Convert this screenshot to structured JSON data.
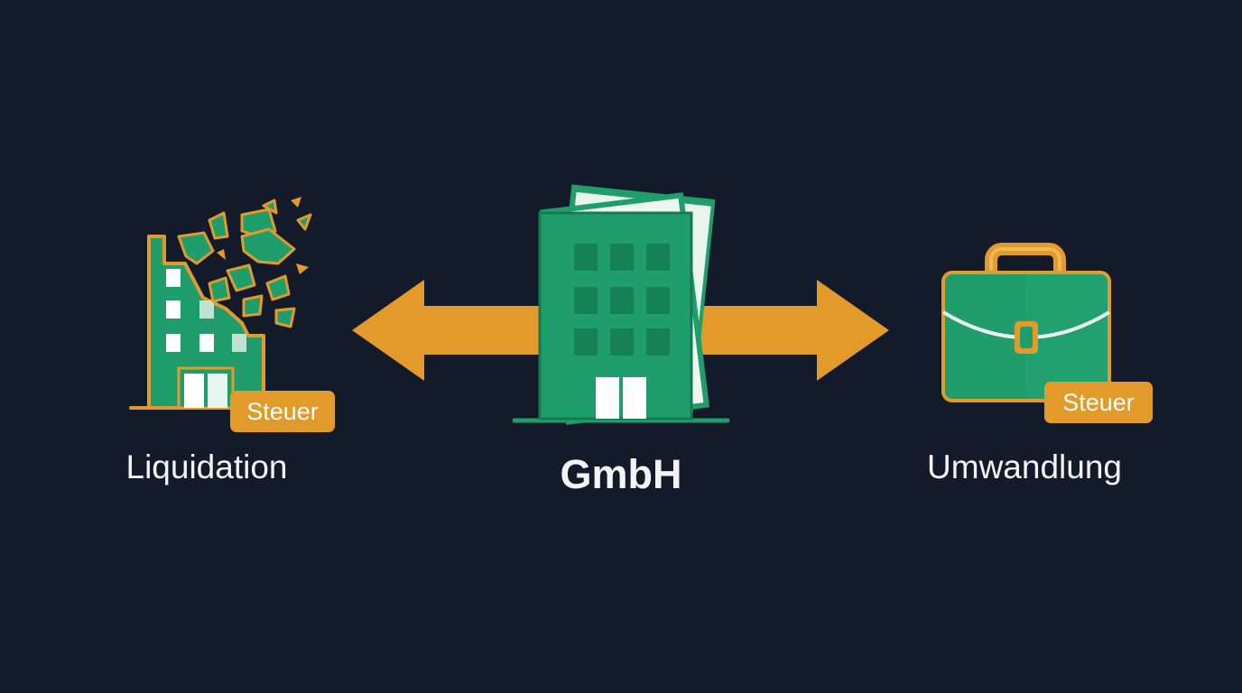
{
  "colors": {
    "background": "#131a2a",
    "green": "#1f9d6b",
    "green_light": "#2bb27d",
    "green_dark": "#157a52",
    "accent": "#e29a2a",
    "text": "#f2f4f7"
  },
  "nodes": {
    "left": {
      "label": "Liquidation",
      "badge": "Steuer",
      "icon": "crumbling-building-icon"
    },
    "center": {
      "label": "GmbH",
      "icon": "office-building-icon"
    },
    "right": {
      "label": "Umwandlung",
      "badge": "Steuer",
      "icon": "briefcase-icon"
    }
  },
  "connector": {
    "icon": "double-headed-arrow-icon"
  }
}
